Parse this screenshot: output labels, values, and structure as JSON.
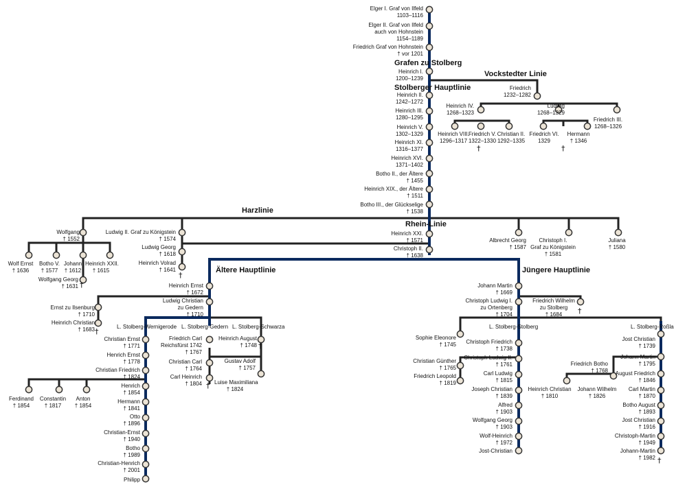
{
  "headings": {
    "grafen": "Grafen zu Stolberg",
    "stolberger": "Stolberger Hauptlinie",
    "vockstedter": "Vockstedter Linie",
    "harz": "Harzlinie",
    "rhein": "Rhein-Linie",
    "aeltere": "Ältere Hauptlinie",
    "juengere": "Jüngere Hauptlinie",
    "wernigerode": "L. Stolberg-Wernigerode",
    "gedern": "L. Stolberg-Gedern",
    "schwarza": "L. Stolberg-Schwarza",
    "stolberg": "L. Stolberg-Stolberg",
    "rossla": "L. Stolberg-Roßla"
  },
  "people": {
    "elger1": "Elger I. Graf von Ilfeld\n1103–1116",
    "elger2": "Elger II. Graf von Ilfeld\nauch von Hohnstein\n1154–1189",
    "friedrich_hohn": "Friedrich Graf von Hohnstein\n† vor 1201",
    "heinrich1": "Heinrich I.\n1200–1239",
    "heinrich2": "Heinrich II.\n1242–1272",
    "heinrich3": "Heinrich III.\n1280–1295",
    "heinrich5": "Heinrich V.\n1302–1329",
    "heinrich11": "Heinrich XI.\n1316–1377",
    "heinrich16": "Heinrich XVI.\n1371–1402",
    "botho2": "Botho II., der Ältere\n† 1455",
    "heinrich19": "Heinrich XIX., der Ältere\n† 1511",
    "botho3": "Botho III., der Glückselige\n† 1538",
    "friedrich_v": "Friedrich\n1232–1282",
    "heinrich4": "Heinrich IV.\n1268–1323",
    "ludwig_v": "Ludwig\n1268–1329",
    "friedrich3": "Friedrich III.\n1268–1326",
    "heinrich8": "Heinrich VIII.\n1296–1317",
    "friedrich5": "Friedrich V.\n1322–1330",
    "christian2": "Christian II.\n1292–1335",
    "friedrich6": "Friedrich VI.\n1329",
    "hermann_v": "Hermann\n† 1346",
    "wolfgang": "Wolfgang\n† 1552",
    "wolf_ernst": "Wolf Ernst\n† 1636",
    "botho5": "Botho V.\n† 1577",
    "johann_h": "Johann\n† 1612",
    "heinrich22": "Heinrich XXII.\n† 1615",
    "wolfgang_georg": "Wolfgang Georg\n† 1631",
    "ludwig2": "Ludwig II. Graf zu Königstein\n† 1574",
    "ludwig_georg": "Ludwig Georg\n† 1618",
    "heinrich_volrad": "Heinrich Volrad\n† 1641",
    "heinrich21": "Heinrich XXI.\n† 1571",
    "christoph2": "Christoph II.\n† 1638",
    "albrecht_georg": "Albrecht Georg\n† 1587",
    "christoph1": "Christoph I.\nGraf zu Königstein\n† 1581",
    "juliana": "Juliana\n† 1580",
    "heinrich_ernst_a": "Heinrich Ernst\n† 1672",
    "ludwig_christian": "Ludwig Christian\nzu Gedern\n† 1710",
    "ernst_ilsenburg": "Ernst zu Ilsenburg\n† 1710",
    "heinrich_christian_a": "Heinrich Christian\n† 1683",
    "christian_ernst": "Christian Ernst\n† 1771",
    "henrich_ernst": "Henrich Ernst\n† 1778",
    "christian_friedrich": "Christian Friedrich\n† 1824",
    "henrich": "Henrich\n† 1854",
    "hermann_w": "Hermann\n† 1841",
    "otto": "Otto\n† 1896",
    "christian_ernst2": "Christian-Ernst\n† 1940",
    "botho_w": "Botho\n† 1989",
    "christian_henrich": "Christian-Henrich\n† 2001",
    "philipp": "Philipp",
    "ferdinand": "Ferdinand\n† 1854",
    "constantin": "Constantin\n† 1817",
    "anton": "Anton\n† 1854",
    "friedrich_carl": "Friedrich Carl\nReichsfürst 1742\n† 1767",
    "christian_carl": "Christian Carl\n† 1764",
    "carl_heinrich": "Carl Heinrich\n† 1804",
    "heinrich_august": "Heinrich August\n† 1748",
    "gustav_adolf": "Gustav Adolf\n† 1757",
    "luise_maximiliana": "Luise Maximiliana\n† 1824",
    "johann_martin": "Johann Martin\n† 1669",
    "christoph_ludwig": "Christoph Ludwig I.\nzu Ortenberg\n† 1704",
    "friedrich_wilhelm": "Friedrich Wilhelm\nzu Stolberg\n† 1684",
    "sophie_eleonore": "Sophie Eleonore\n† 1745",
    "christoph_friedrich": "Christoph Friedrich\n† 1738",
    "christian_guenther": "Christian Günther\n† 1765",
    "friedrich_leopold": "Friedrich Leopold\n† 1819",
    "christoph_ludwig2": "Christoph Ludwig II.\n† 1761",
    "carl_ludwig": "Carl Ludwig\n† 1815",
    "joseph_christian": "Joseph Christian\n† 1839",
    "alfred": "Alfred\n† 1903",
    "wolfgang_georg2": "Wolfgang Georg\n† 1903",
    "wolf_heinrich": "Wolf-Heinrich\n† 1972",
    "jost_christian_s": "Jost-Christian",
    "heinrich_christian_r": "Heinrich Christian\n† 1810",
    "jost_christian": "Jost Christian\n† 1739",
    "johann_martin2": "Johann Martin\n† 1795",
    "friedrich_botho": "Friedrich Botho\n† 1768",
    "august_friedrich": "August Friedrich\n† 1846",
    "johann_wilhelm": "Johann Wilhelm\n† 1826",
    "carl_martin": "Carl Martin\n† 1870",
    "botho_august": "Botho August\n† 1893",
    "jost_christian2": "Jost Christian\n† 1916",
    "christoph_martin": "Christoph-Martin\n† 1949",
    "johann_martin3": "Johann-Martin\n† 1982"
  },
  "cross_symbol": "†",
  "colors": {
    "main_line": "#0b2a5e",
    "line": "#222222",
    "node_fill": "#ece4d6",
    "node_stroke": "#333333"
  }
}
